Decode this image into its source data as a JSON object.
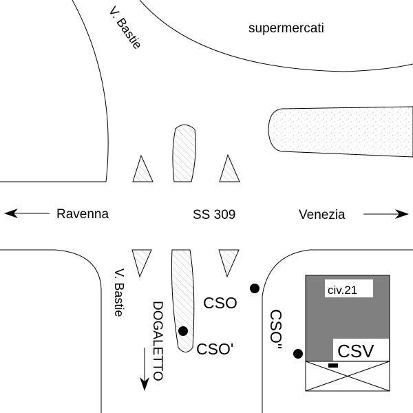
{
  "map": {
    "labels": {
      "supermarkets": "supermercati",
      "street_bastie_north": "V. Bastie",
      "street_bastie_south": "V. Bastie",
      "dir_west": "Ravenna",
      "dir_east": "Venezia",
      "road": "SS 309",
      "dir_south": "DOGALETTO",
      "station_cso": "CSO",
      "station_cso_prime": "CSO'",
      "station_cso_double": "CSO\"",
      "building_number": "civ.21",
      "station_csv": "CSV"
    },
    "colors": {
      "line": "#000000",
      "hatch": "#bbbbbb",
      "building_fill": "#808080",
      "point": "#000000",
      "stipple": "#999999"
    }
  }
}
